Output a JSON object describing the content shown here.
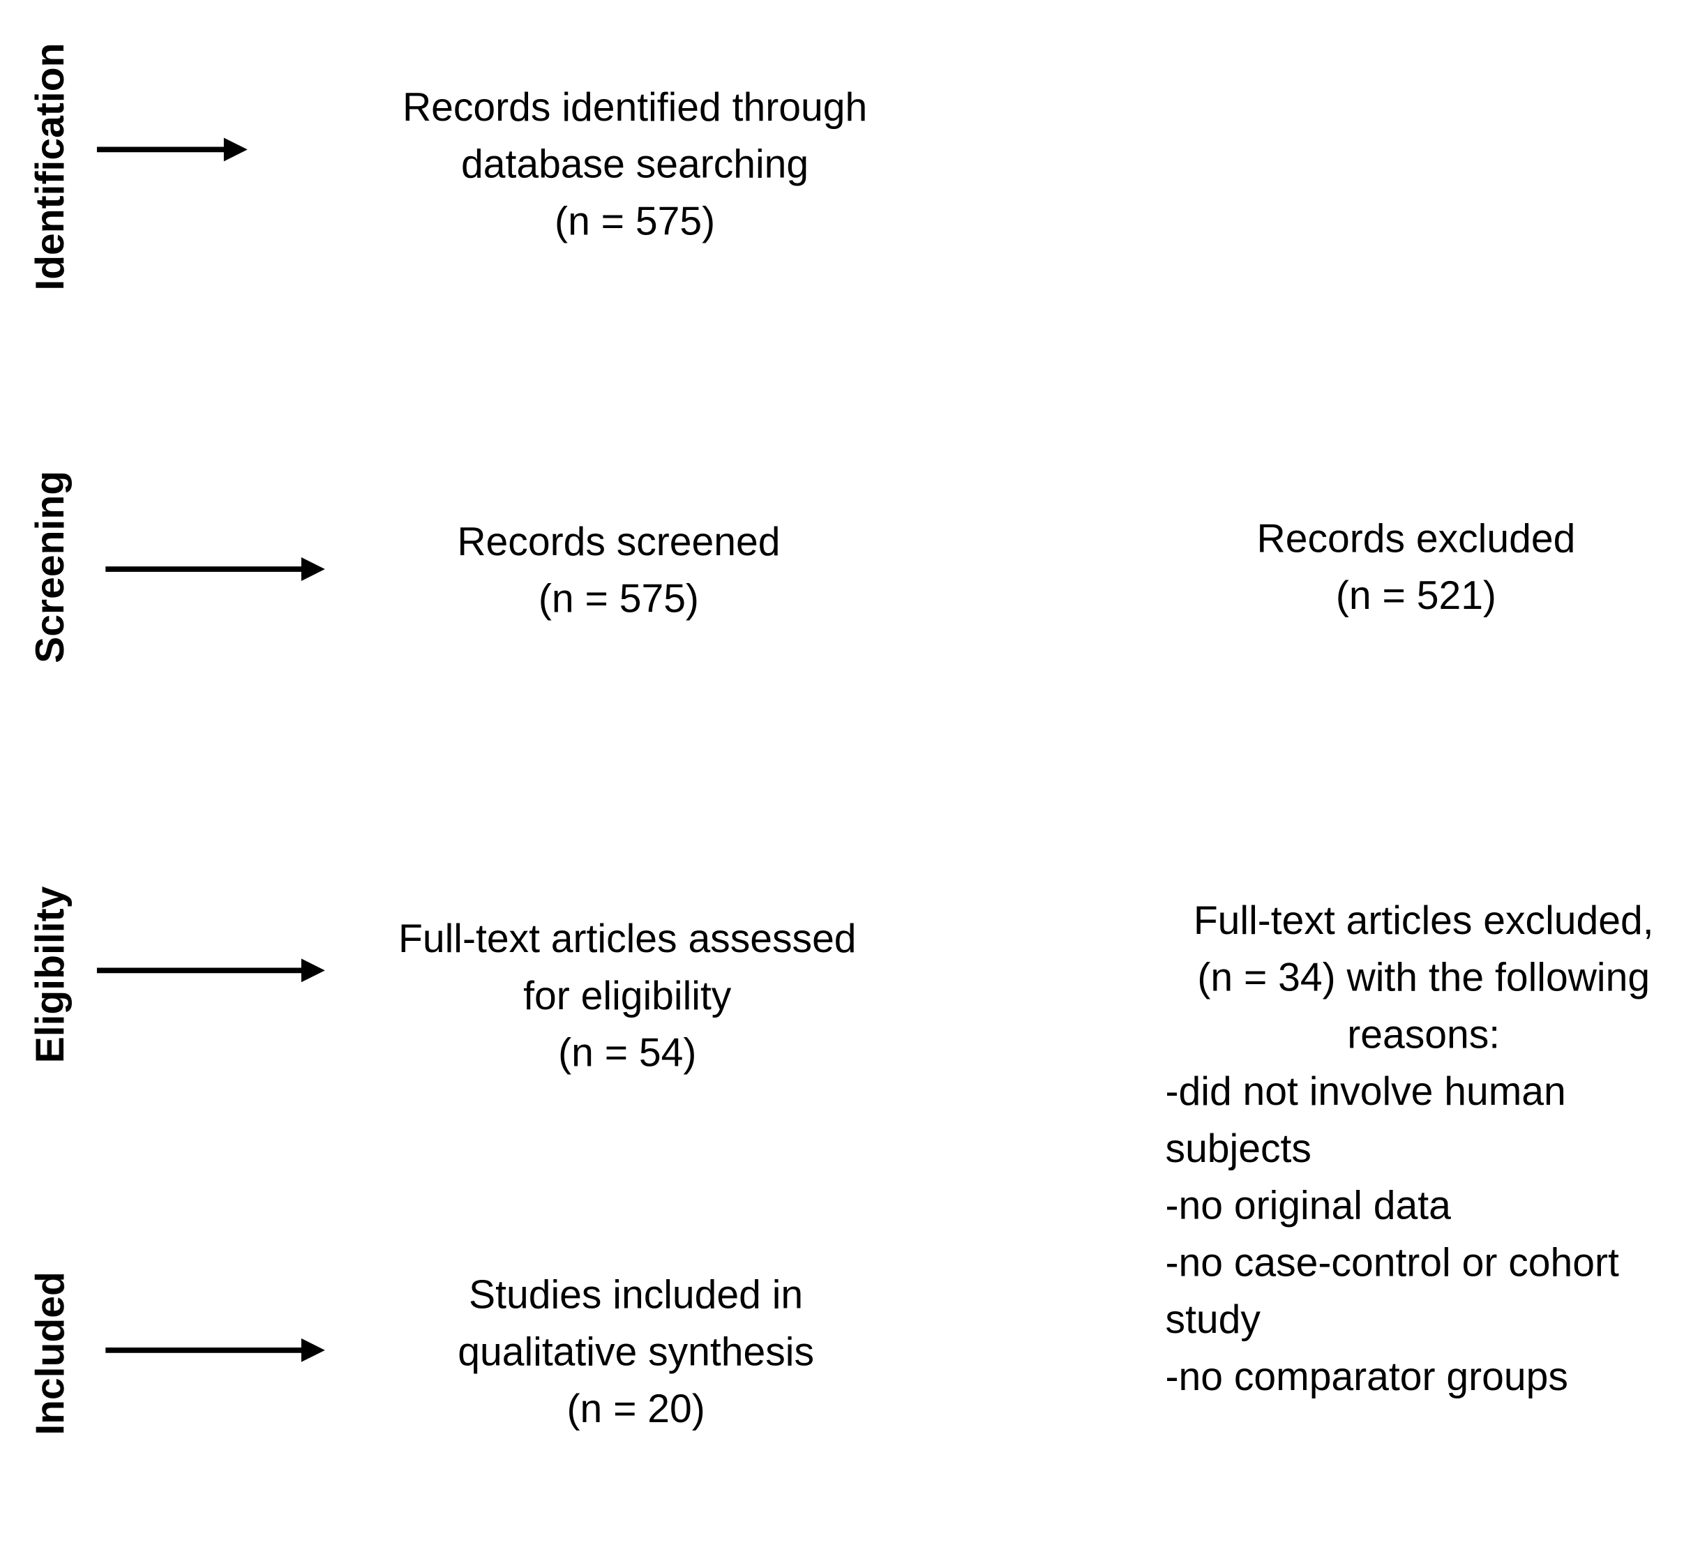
{
  "stages": [
    {
      "label": "Identification"
    },
    {
      "label": "Screening"
    },
    {
      "label": "Eligibility"
    },
    {
      "label": "Included"
    }
  ],
  "identified": {
    "line1": "Records identified through",
    "line2": "database searching",
    "line3": "(n = 575)"
  },
  "screened": {
    "line1": "Records screened",
    "line2": "(n = 575)"
  },
  "excluded": {
    "line1": "Records excluded",
    "line2": "(n = 521)"
  },
  "assessed": {
    "line1": "Full-text articles assessed",
    "line2": "for eligibility",
    "line3": "(n = 54)"
  },
  "fulltext_excluded": {
    "line1": "Full-text articles excluded,",
    "line2": "(n = 34) with the following",
    "line3": "reasons:",
    "reasons": [
      "-did not involve human",
      "subjects",
      "-no original data",
      "-no case-control or cohort",
      "study",
      "-no comparator groups"
    ]
  },
  "included": {
    "line1": "Studies included in",
    "line2": "qualitative synthesis",
    "line3": "(n = 20)"
  },
  "colors": {
    "text": "#000000",
    "arrow": "#000000",
    "background": "#ffffff"
  }
}
